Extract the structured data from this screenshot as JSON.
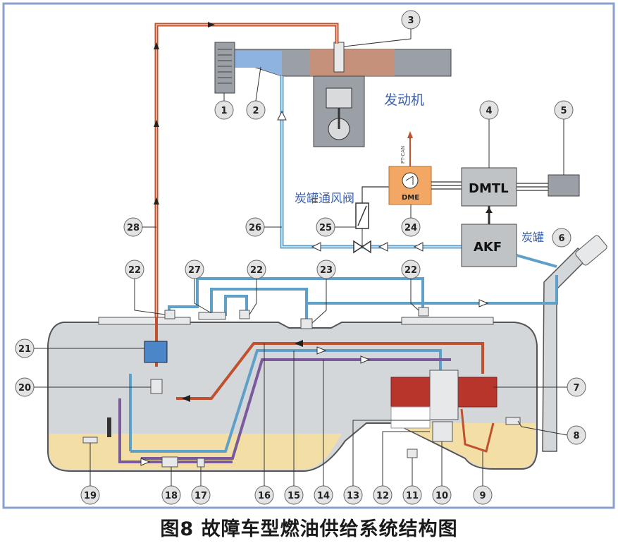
{
  "diagram": {
    "engine_label": "发动机",
    "canister_vent_label": "炭罐通风阀",
    "canister_label": "炭罐",
    "dmtl_label": "DMTL",
    "akf_label": "AKF",
    "dme_label": "DME",
    "ptcan_label": "PT-CAN",
    "caption": "图8 故障车型燃油供给系统结构图",
    "callouts": [
      "1",
      "2",
      "3",
      "4",
      "5",
      "6",
      "7",
      "8",
      "9",
      "10",
      "11",
      "12",
      "13",
      "14",
      "15",
      "16",
      "17",
      "18",
      "19",
      "20",
      "21",
      "22",
      "22",
      "22",
      "23",
      "24",
      "25",
      "26",
      "27",
      "28"
    ],
    "colors": {
      "supply_line": "#c0502e",
      "vent_line": "#5fa0c8",
      "return_line": "#7a5a9a",
      "module_red": "#b8352c",
      "fuel": "#f3dfa6",
      "tank_gray": "#d4d7da",
      "box_gray": "#bfc3c6",
      "dme_orange": "#f2a864",
      "frame_blue": "#8a9fd0"
    }
  }
}
